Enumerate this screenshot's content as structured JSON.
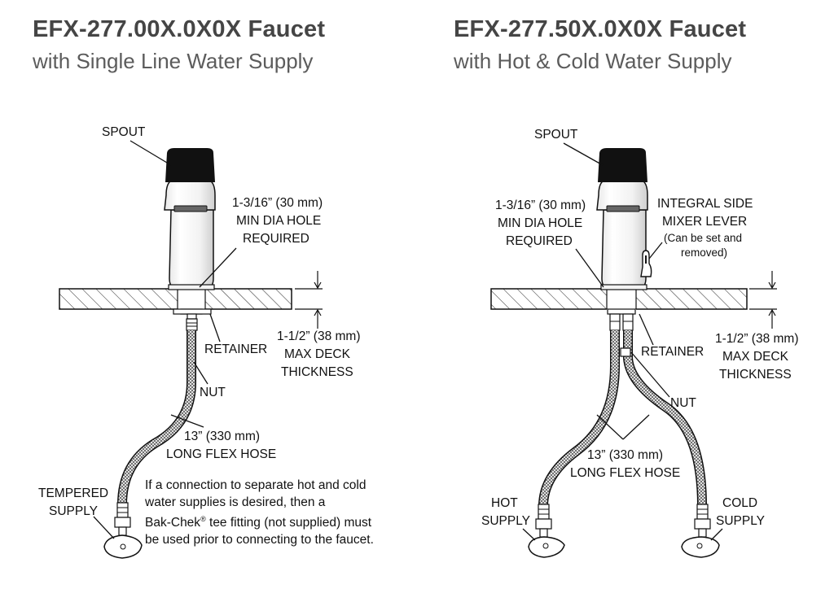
{
  "left": {
    "title": "EFX-277.00X.0X0X Faucet",
    "subtitle": "with Single Line Water Supply",
    "labels": {
      "spout": "SPOUT",
      "hole_1": "1-3/16” (30 mm)",
      "hole_2": "MIN DIA HOLE",
      "hole_3": "REQUIRED",
      "retainer": "RETAINER",
      "deck_1": "1-1/2” (38 mm)",
      "deck_2": "MAX DECK",
      "deck_3": "THICKNESS",
      "nut": "NUT",
      "hose_1": "13” (330 mm)",
      "hose_2": "LONG FLEX HOSE",
      "supply_1": "TEMPERED",
      "supply_2": "SUPPLY"
    },
    "note": {
      "line1": "If a connection to separate hot and cold",
      "line2": "water supplies is desired, then a",
      "line3_a": "Bak-Chek",
      "line3_sup": "®",
      "line3_b": " tee fitting (not supplied) must",
      "line4": "be used prior to connecting to the faucet."
    }
  },
  "right": {
    "title": "EFX-277.50X.0X0X Faucet",
    "subtitle": "with Hot & Cold Water Supply",
    "labels": {
      "spout": "SPOUT",
      "hole_1": "1-3/16” (30 mm)",
      "hole_2": "MIN DIA HOLE",
      "hole_3": "REQUIRED",
      "lever_1": "INTEGRAL SIDE",
      "lever_2": "MIXER LEVER",
      "lever_3": "(Can be set and",
      "lever_4": "removed)",
      "retainer": "RETAINER",
      "deck_1": "1-1/2” (38 mm)",
      "deck_2": "MAX DECK",
      "deck_3": "THICKNESS",
      "nut": "NUT",
      "hose_1": "13” (330 mm)",
      "hose_2": "LONG FLEX HOSE",
      "hot_1": "HOT",
      "hot_2": "SUPPLY",
      "cold_1": "COLD",
      "cold_2": "SUPPLY"
    }
  },
  "colors": {
    "title": "#454545",
    "subtitle": "#5c5c5c",
    "spout_body": "#111111",
    "line": "#111111"
  }
}
